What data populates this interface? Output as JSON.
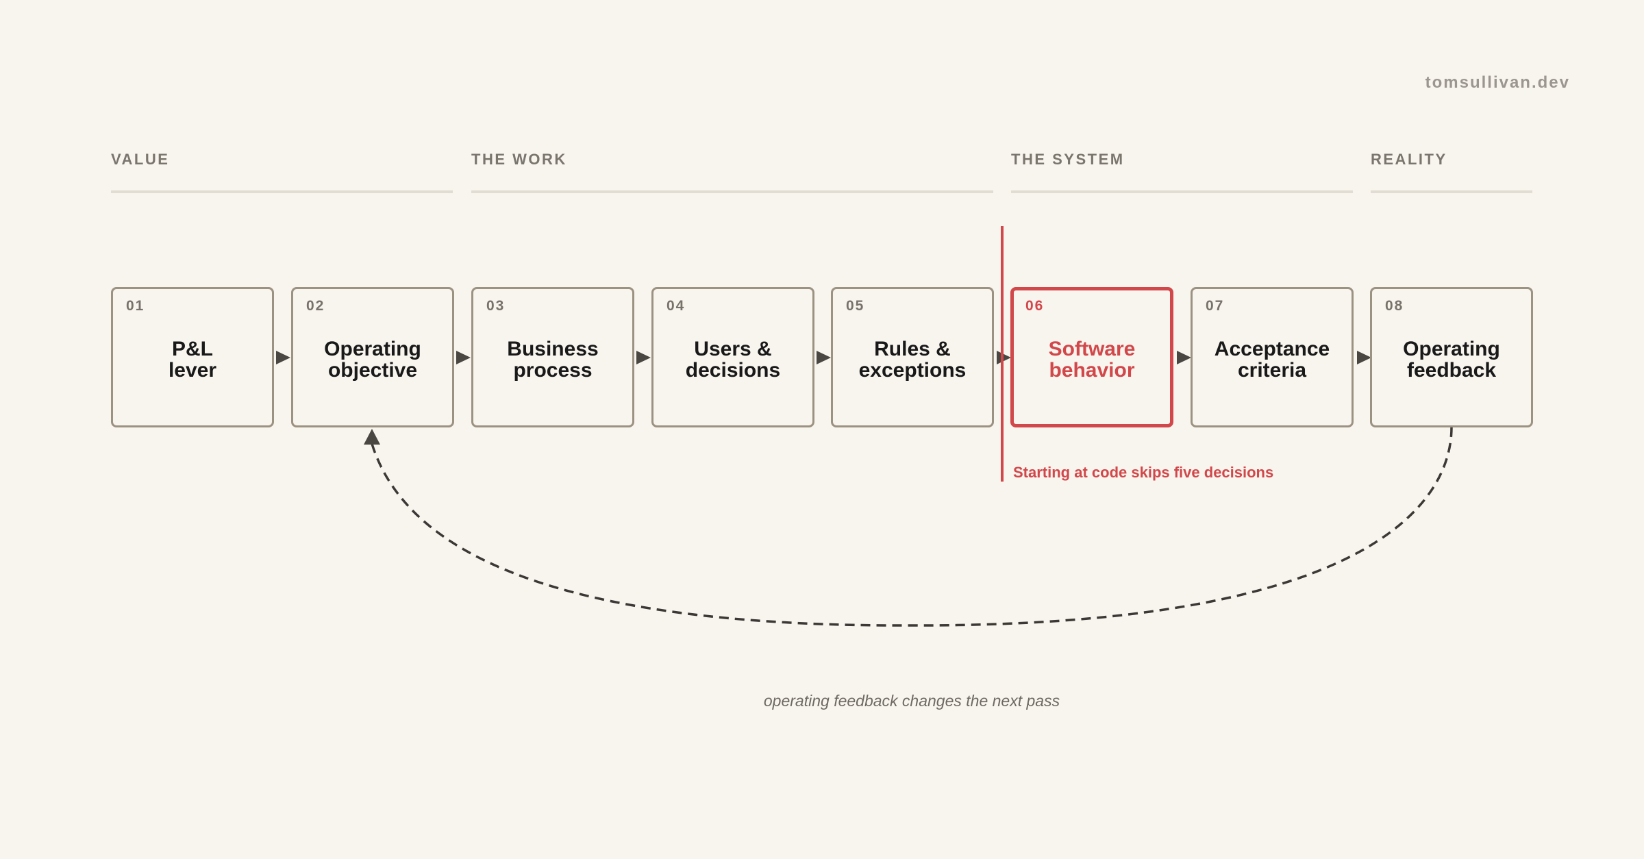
{
  "site": "tomsullivan.dev",
  "groups": [
    {
      "label": "VALUE"
    },
    {
      "label": "THE WORK"
    },
    {
      "label": "THE SYSTEM"
    },
    {
      "label": "REALITY"
    }
  ],
  "steps": [
    {
      "num": "01",
      "line1": "P&L",
      "line2": "lever"
    },
    {
      "num": "02",
      "line1": "Operating",
      "line2": "objective"
    },
    {
      "num": "03",
      "line1": "Business",
      "line2": "process"
    },
    {
      "num": "04",
      "line1": "Users &",
      "line2": "decisions"
    },
    {
      "num": "05",
      "line1": "Rules &",
      "line2": "exceptions"
    },
    {
      "num": "06",
      "line1": "Software",
      "line2": "behavior",
      "highlighted": true
    },
    {
      "num": "07",
      "line1": "Acceptance",
      "line2": "criteria"
    },
    {
      "num": "08",
      "line1": "Operating",
      "line2": "feedback"
    }
  ],
  "skip_note": "Starting at code skips five decisions",
  "loop_caption": "operating feedback changes the next pass",
  "colors": {
    "background": "#f8f4ee",
    "highlight": "#d1474a",
    "box_border": "#9c9282",
    "arrow": "#4a4641",
    "text": "#191919",
    "muted": "#7a756d"
  }
}
